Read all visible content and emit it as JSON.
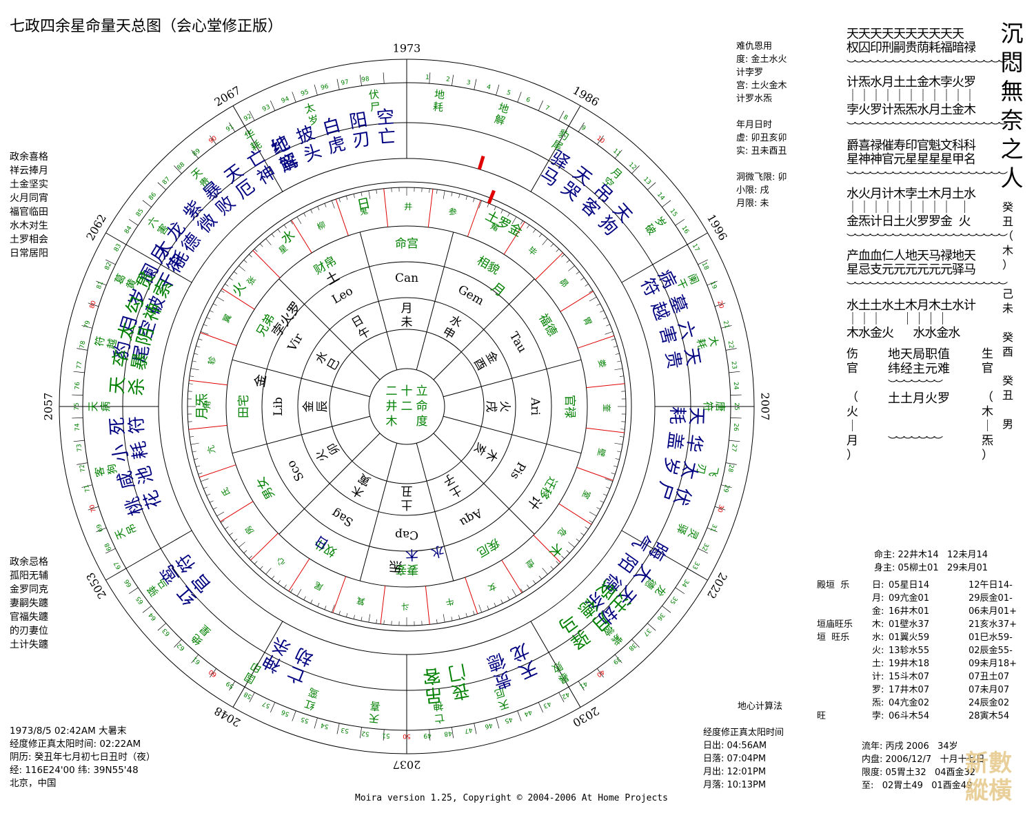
{
  "title": "七政四余星命量天总图（会心堂修正版）",
  "footer": "Moira version 1.25, Copyright © 2004-2006 At Home Projects",
  "watermark": "新數\n縱橫",
  "top_info": [
    "难仇恩用",
    "度: 金土水火",
    "计孛罗",
    "宫: 土火金木",
    "计罗水炁",
    "",
    "年月日时",
    "虚: 卯丑亥卯",
    "实: 丑未酉丑",
    "",
    "洞微飞限: 卯",
    "小限: 戌",
    "月限: 未"
  ],
  "left_good": [
    "政余喜格",
    "祥云捧月",
    "土金坚实",
    "火月同宵",
    "福官临田",
    "水木对生",
    "土罗相会",
    "日常居阳"
  ],
  "left_bad": [
    "政余忌格",
    "孤阳无辅",
    "金罗同克",
    "妻嗣失躔",
    "官福失躔",
    "的刃妻位",
    "土计失躔"
  ],
  "bottom_left": [
    "1973/8/5 02:42AM 大暑末",
    "经度修正真太阳时间: 02:22AM",
    "阴历: 癸丑年七月初七日丑时（夜）",
    "经: 116E24'00 纬: 39N55'48",
    "北京，中国"
  ],
  "bottom_mid_title": "地心计算法",
  "bottom_mid": [
    "经度修正真太阳时间",
    "日出: 04:56AM",
    "日落: 07:04PM",
    "月出: 12:01PM",
    "月落: 10:13PM"
  ],
  "planets_head": [
    "命主: 22井木14   12未月14",
    "身主: 05柳土01   29未月01"
  ],
  "planets": [
    {
      "tag": "殿垣  乐",
      "name": "日:",
      "a": "05星日14",
      "b": "12午日14-"
    },
    {
      "tag": "",
      "name": "月:",
      "a": "09亢金01",
      "b": "29辰金01-"
    },
    {
      "tag": "",
      "name": "金:",
      "a": "16井木01",
      "b": "06未月01+"
    },
    {
      "tag": "垣庙旺乐",
      "name": "木:",
      "a": "01壁水37",
      "b": "21亥水37+"
    },
    {
      "tag": "垣  旺乐",
      "name": "水:",
      "a": "01翼火59",
      "b": "01巳水59-"
    },
    {
      "tag": "",
      "name": "火:",
      "a": "13轸水55",
      "b": "02辰金55-"
    },
    {
      "tag": "",
      "name": "土:",
      "a": "19井木18",
      "b": "09未月18+"
    },
    {
      "tag": "",
      "name": "计:",
      "a": "15斗木07",
      "b": "07丑土07"
    },
    {
      "tag": "",
      "name": "罗:",
      "a": "17井木07",
      "b": "07未月07"
    },
    {
      "tag": "",
      "name": "炁:",
      "a": "04亢金02",
      "b": "24辰金02"
    },
    {
      "tag": "旺",
      "name": "孛:",
      "a": "06斗木54",
      "b": "28寅木54"
    }
  ],
  "yearly": [
    "流年: 丙戌 2006   34岁",
    "内盘: 2006/12/7   十月十七日",
    "限度: 05胃土32   04酉金32",
    "至:   02胃土49   01酉金49"
  ],
  "right_block": {
    "rows1": [
      "天天天天天天天天天天",
      "权囚印刑嗣贵荫耗福暗禄"
    ],
    "rows2": [
      "计炁水月土土金木孛火罗",
      "｜｜｜｜｜｜｜｜｜｜｜",
      "孛火罗计炁炁水月土金木"
    ],
    "rows3": [
      "爵喜禄催寿印官魁文科科",
      "星神神官元星星星星甲名"
    ],
    "rows4": [
      "水火月计木孛土木月土水",
      "｜｜｜｜｜｜｜｜｜  ｜",
      "金炁计日土火罗罗金  火"
    ],
    "rows5": [
      "产血血仁人地天马禄地天",
      "星忌支元元元元元元驿马"
    ],
    "rows6": [
      "水土土水土木月木土水计",
      "｜｜｜      ｜｜｜｜",
      "木水金火      水水金水"
    ],
    "row7": [
      "地天局职值",
      "纬经主元难"
    ],
    "row8": "土土月火罗",
    "col_left": "伤\n官\n\n（\n火\n｜\n月\n）",
    "col_right": "生\n官\n\n（\n木\n｜\n炁\n）"
  },
  "vertical_title": "沉悶無奈之人",
  "right_col": "癸\n丑\n（\n木\n）\n\n己\n未\n\n癸\n酉\n\n癸\n丑\n\n男",
  "wheel": {
    "years": [
      {
        "label": "1973",
        "angle": 0
      },
      {
        "label": "1986",
        "angle": 30
      },
      {
        "label": "1996",
        "angle": 60
      },
      {
        "label": "2007",
        "angle": 90
      },
      {
        "label": "2022",
        "angle": 120
      },
      {
        "label": "2030",
        "angle": 150
      },
      {
        "label": "2037",
        "angle": 180
      },
      {
        "label": "2048",
        "angle": 210
      },
      {
        "label": "2053",
        "angle": 240
      },
      {
        "label": "2057",
        "angle": 270
      },
      {
        "label": "2062",
        "angle": 300
      },
      {
        "label": "2067",
        "angle": 330
      }
    ],
    "houses": [
      "命宫",
      "相貌",
      "福德",
      "官禄",
      "迁移",
      "疾厄",
      "妻妾",
      "奴仆",
      "男女",
      "田宅",
      "兄弟",
      "财帛"
    ],
    "zodiac": [
      "Can",
      "Gem",
      "Tau",
      "Ari",
      "Pis",
      "Aqu",
      "Cap",
      "Sag",
      "Sco",
      "Lib",
      "Vir",
      "Leo"
    ],
    "branches": [
      "月未",
      "水申",
      "金酉",
      "火戌",
      "木亥",
      "土子",
      "土丑",
      "木寅",
      "火卯",
      "金辰",
      "水巳",
      "日午"
    ],
    "mansions": [
      "井",
      "参",
      "觜",
      "毕",
      "昴",
      "胃",
      "娄",
      "奎",
      "壁",
      "室",
      "危",
      "虚",
      "女",
      "牛",
      "斗",
      "箕",
      "尾",
      "心",
      "房",
      "氐",
      "亢",
      "角",
      "轸",
      "翼",
      "张",
      "星",
      "柳",
      "鬼"
    ],
    "ring_planets": [
      {
        "t": "土罗金",
        "angle": 28,
        "r": 300,
        "color": "#008000"
      },
      {
        "t": "月",
        "angle": 38,
        "r": 215,
        "color": "#008000"
      },
      {
        "t": "计",
        "angle": 127,
        "r": 232,
        "color": "#000000"
      },
      {
        "t": "木",
        "angle": 134,
        "r": 300,
        "color": "#008000"
      },
      {
        "t": "水",
        "angle": 168,
        "r": 215,
        "color": "#000080"
      },
      {
        "t": "木",
        "angle": 178,
        "r": 215,
        "color": "#000080"
      },
      {
        "t": "炁",
        "angle": 184,
        "r": 232,
        "color": "#000000"
      },
      {
        "t": "日",
        "angle": 212,
        "r": 232,
        "color": "#000080"
      },
      {
        "t": "月炁",
        "angle": 270,
        "r": 297,
        "color": "#008000"
      },
      {
        "t": "火",
        "angle": 305,
        "r": 297,
        "color": "#008000"
      },
      {
        "t": "水",
        "angle": 325,
        "r": 300,
        "color": "#008000"
      },
      {
        "t": "日",
        "angle": 348,
        "r": 300,
        "color": "#008000"
      },
      {
        "t": "孛火罗",
        "angle": 306,
        "r": 215,
        "color": "#000000"
      },
      {
        "t": "金",
        "angle": 280,
        "r": 215,
        "color": "#000000"
      },
      {
        "t": "土",
        "angle": 330,
        "r": 215,
        "color": "#000000"
      }
    ],
    "center": [
      "二",
      "十",
      "立",
      "井",
      "二",
      "命",
      "木",
      "度"
    ],
    "outer_green": [
      "地耗",
      "地解",
      "豹尾",
      "月空",
      "岁破",
      "阑干",
      "大耗",
      "唐符",
      "飞刃",
      "灵驿",
      "龙德",
      "紫微",
      "暴败",
      "天厄",
      "亡神",
      "天喜",
      "红鸾",
      "国印",
      "绝星",
      "驿马",
      "天吊",
      "客狗",
      "天病",
      "符越",
      "葛黄",
      "六害",
      "天贵",
      "华耗",
      "太岁",
      "伏尸"
    ],
    "sector_big": [
      {
        "t": "地披白阳空\n解头虎刃亡",
        "angle": 345,
        "color": "#000080"
      },
      {
        "t": "驿天吊天\n马哭客狗",
        "angle": 40,
        "color": "#000080"
      },
      {
        "t": "病墓六天\n符越害贵",
        "angle": 72,
        "color": "#000080"
      },
      {
        "t": "天华太伏\n耗盖岁尸",
        "angle": 100,
        "color": "#000080"
      },
      {
        "t": "晦大天劫\n气阳德杀",
        "angle": 128,
        "color": "#000080"
      },
      {
        "t": "注月驿\n受德马",
        "angle": 138,
        "color": "#008000"
      },
      {
        "t": "天贵\n龙德",
        "angle": 158,
        "color": "#000080"
      },
      {
        "t": "丧吊\n门客",
        "angle": 172,
        "color": "#008000"
      },
      {
        "t": "亡神\n劫杀",
        "angle": 205,
        "color": "#000080"
      },
      {
        "t": "红鸾\n官符",
        "angle": 232,
        "color": "#000080"
      },
      {
        "t": "桃咸小死\n花池耗符",
        "angle": 258,
        "color": "#000080"
      },
      {
        "t": "豹月岁阑大\n尾空破干耗",
        "angle": 292,
        "color": "#000080"
      },
      {
        "t": "天卒太勾贯\n杀暴阴神索",
        "angle": 285,
        "color": "#008000"
      },
      {
        "t": "月龙紫暴天亡红\n符德微败厄神鸾",
        "angle": 318,
        "color": "#000080"
      }
    ]
  }
}
